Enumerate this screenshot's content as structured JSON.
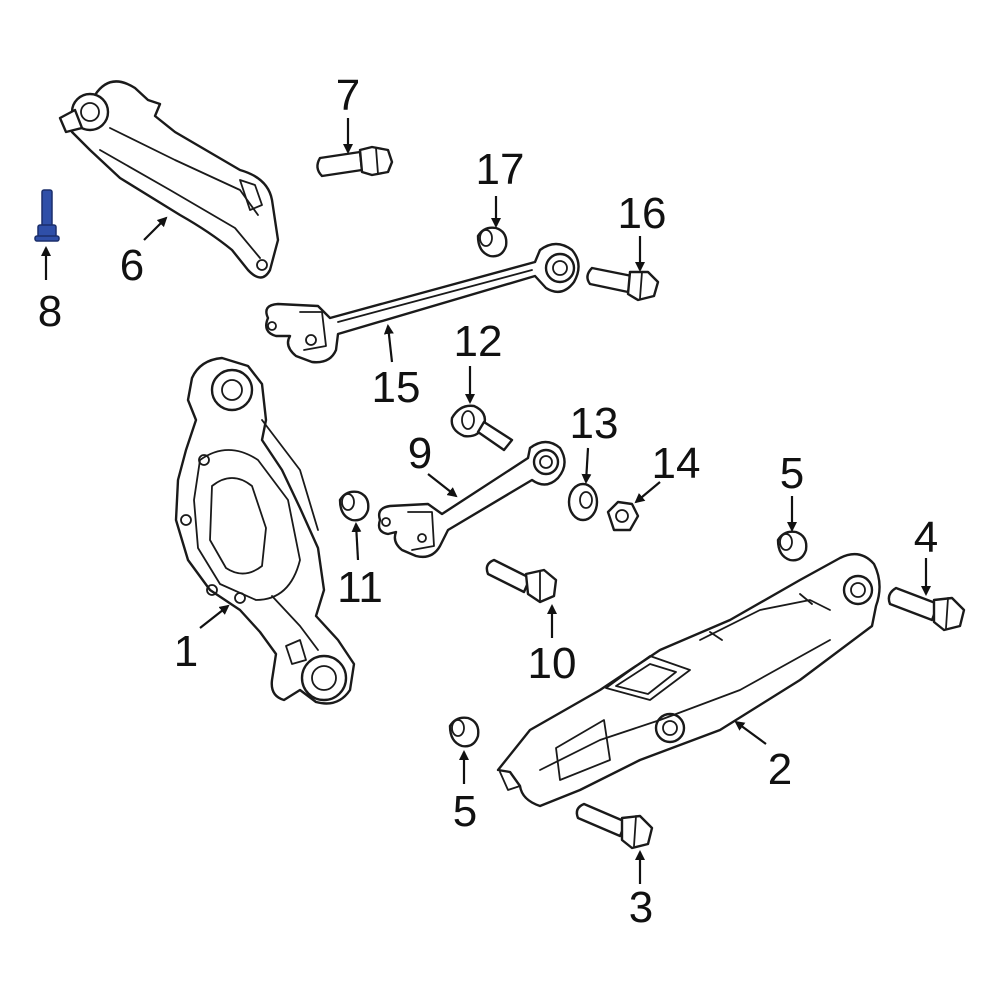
{
  "colors": {
    "line": "#1a1a1a",
    "highlight": "#2f4fa8",
    "background": "#ffffff"
  },
  "highlighted_part": "8",
  "callouts": [
    {
      "id": "1",
      "label": "1"
    },
    {
      "id": "2",
      "label": "2"
    },
    {
      "id": "3",
      "label": "3"
    },
    {
      "id": "4",
      "label": "4"
    },
    {
      "id": "5a",
      "label": "5"
    },
    {
      "id": "5b",
      "label": "5"
    },
    {
      "id": "6",
      "label": "6"
    },
    {
      "id": "7",
      "label": "7"
    },
    {
      "id": "8",
      "label": "8"
    },
    {
      "id": "9",
      "label": "9"
    },
    {
      "id": "10",
      "label": "10"
    },
    {
      "id": "11",
      "label": "11"
    },
    {
      "id": "12",
      "label": "12"
    },
    {
      "id": "13",
      "label": "13"
    },
    {
      "id": "14",
      "label": "14"
    },
    {
      "id": "15",
      "label": "15"
    },
    {
      "id": "16",
      "label": "16"
    },
    {
      "id": "17",
      "label": "17"
    }
  ]
}
